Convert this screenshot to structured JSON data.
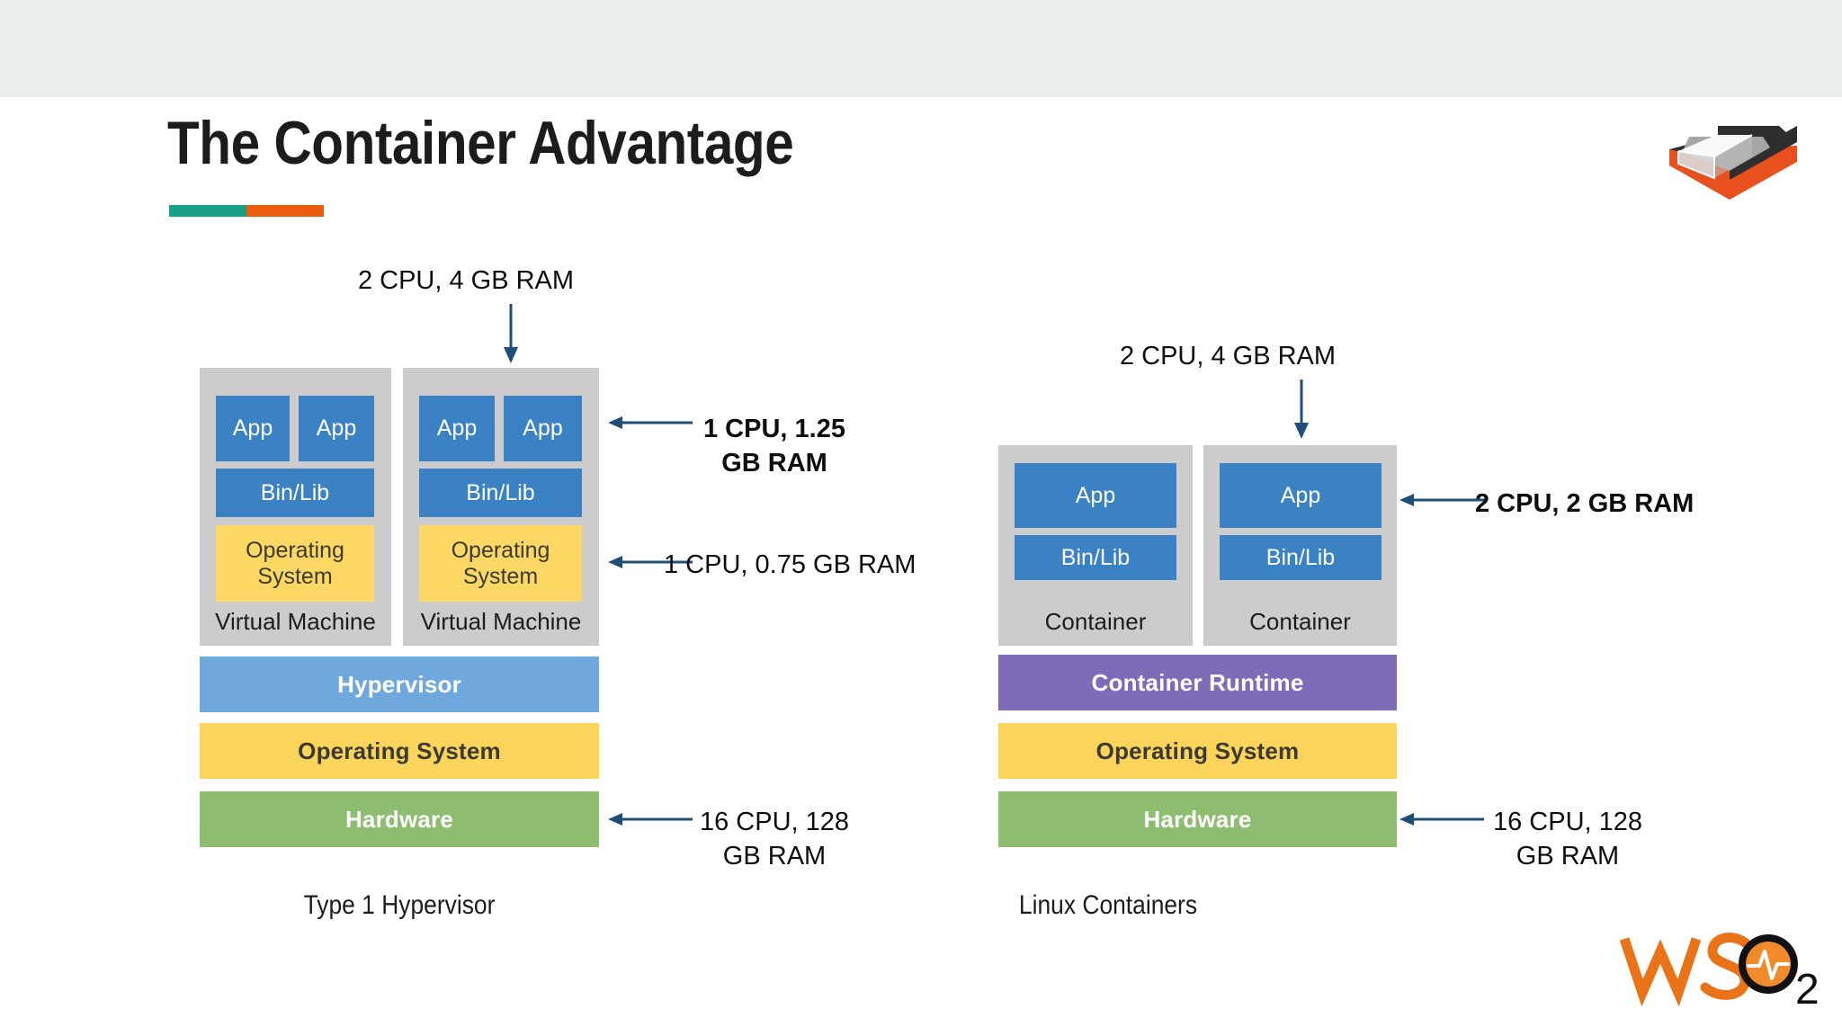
{
  "slide": {
    "title": "The Container Advantage",
    "brand_colors": {
      "teal": "#16a085",
      "orange": "#ea5b0c",
      "app_blue": "#3b82c4",
      "hypervisor_blue": "#6fa8dc",
      "runtime_purple": "#7f6cb8",
      "os_yellow": "#fbd45c",
      "hardware_green": "#8dbd6f",
      "box_gray": "#cccccc",
      "arrow_navy": "#1f4e79"
    },
    "corner_logo_name": "container-cube-logo",
    "footer_logo_name": "wso2-logo",
    "footer_logo_text": {
      "letters": "WS",
      "subscript": "2"
    }
  },
  "left_diagram": {
    "caption": "Type 1 Hypervisor",
    "top_annotation": "2 CPU, 4 GB RAM",
    "virtual_machines": [
      {
        "label": "Virtual Machine",
        "apps": [
          "App",
          "App"
        ],
        "binlib": "Bin/Lib",
        "os": "Operating System"
      },
      {
        "label": "Virtual Machine",
        "apps": [
          "App",
          "App"
        ],
        "binlib": "Bin/Lib",
        "os": "Operating System"
      }
    ],
    "layers": [
      {
        "name": "hypervisor",
        "label": "Hypervisor"
      },
      {
        "name": "operating-system",
        "label": "Operating System"
      },
      {
        "name": "hardware",
        "label": "Hardware"
      }
    ],
    "annotations": [
      {
        "name": "app-resource-annotation",
        "text": "1 CPU, 1.25 GB RAM",
        "bold": true
      },
      {
        "name": "guest-os-resource-annotation",
        "text": "1 CPU, 0.75 GB RAM",
        "bold": false
      },
      {
        "name": "hardware-resource-annotation",
        "text": "16 CPU, 128 GB RAM",
        "bold": false
      }
    ]
  },
  "right_diagram": {
    "caption": "Linux Containers",
    "top_annotation": "2 CPU, 4 GB RAM",
    "containers": [
      {
        "label": "Container",
        "app": "App",
        "binlib": "Bin/Lib"
      },
      {
        "label": "Container",
        "app": "App",
        "binlib": "Bin/Lib"
      }
    ],
    "layers": [
      {
        "name": "container-runtime",
        "label": "Container Runtime"
      },
      {
        "name": "operating-system",
        "label": "Operating System"
      },
      {
        "name": "hardware",
        "label": "Hardware"
      }
    ],
    "annotations": [
      {
        "name": "container-resource-annotation",
        "text": "2 CPU, 2 GB RAM",
        "bold": true
      },
      {
        "name": "hardware-resource-annotation",
        "text": "16 CPU, 128 GB RAM",
        "bold": false
      }
    ]
  }
}
